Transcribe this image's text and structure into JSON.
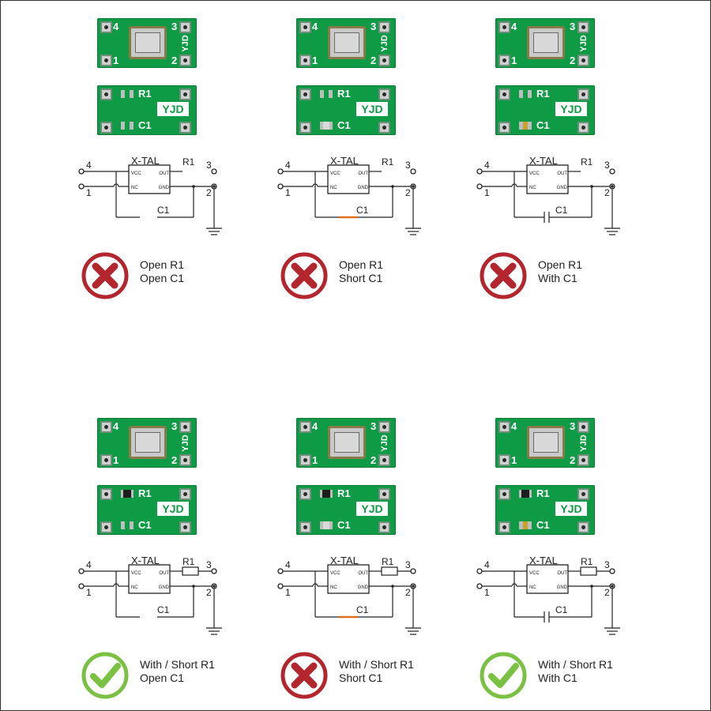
{
  "board": {
    "pin_labels": [
      "4",
      "3",
      "1",
      "2"
    ],
    "brand": "YJD",
    "r1_label": "R1",
    "c1_label": "C1"
  },
  "schematic": {
    "chip_name": "X-TAL",
    "pin_vcc": "VCC",
    "pin_out": "OUT",
    "pin_nc": "NC",
    "pin_gnd": "GND",
    "r1_label": "R1",
    "c1_label": "C1",
    "pin4": "4",
    "pin1": "1",
    "pin3": "3",
    "pin2": "2"
  },
  "colors": {
    "pcb_green": "#0f9a45",
    "ok_green": "#7ac143",
    "bad_red": "#b3262d",
    "short_orange": "#e0701e",
    "wire": "#222222"
  },
  "configs": [
    {
      "r1": "open",
      "c1": "open",
      "status": "bad",
      "status_icon": "x-circle-icon",
      "line1": "Open R1",
      "line2": "Open C1"
    },
    {
      "r1": "open",
      "c1": "short",
      "status": "bad",
      "status_icon": "x-circle-icon",
      "line1": "Open R1",
      "line2": "Short C1"
    },
    {
      "r1": "open",
      "c1": "with",
      "status": "bad",
      "status_icon": "x-circle-icon",
      "line1": "Open R1",
      "line2": "With C1"
    },
    {
      "r1": "with",
      "c1": "open",
      "status": "ok",
      "status_icon": "check-circle-icon",
      "line1": "With / Short R1",
      "line2": "Open C1"
    },
    {
      "r1": "with",
      "c1": "short",
      "status": "bad",
      "status_icon": "x-circle-icon",
      "line1": "With / Short R1",
      "line2": "Short C1"
    },
    {
      "r1": "with",
      "c1": "with",
      "status": "ok",
      "status_icon": "check-circle-icon",
      "line1": "With / Short R1",
      "line2": "With C1"
    }
  ]
}
